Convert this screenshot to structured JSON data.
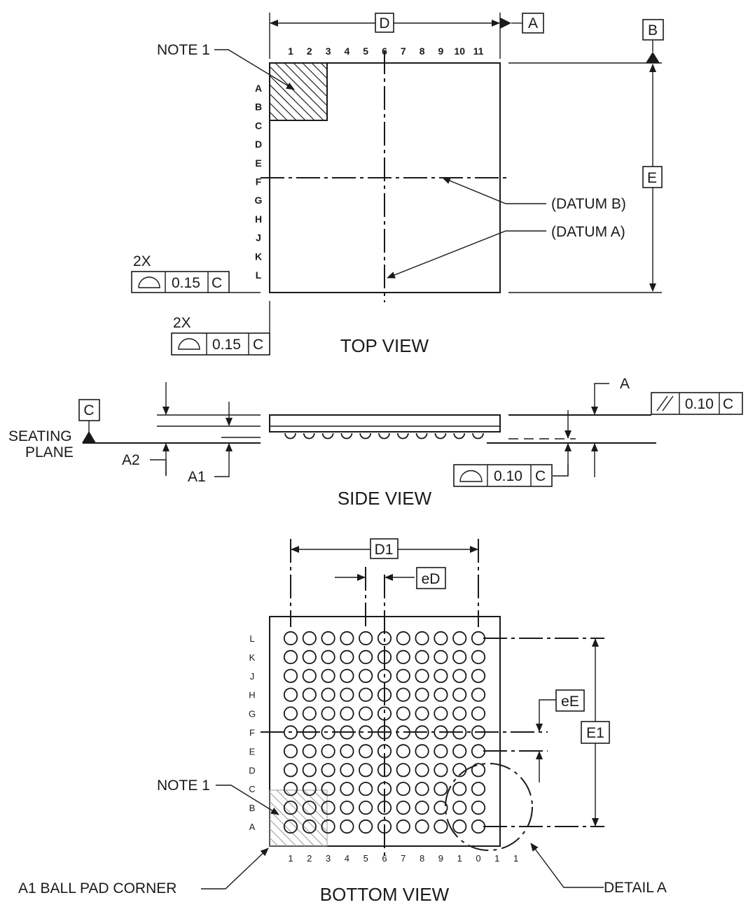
{
  "views": {
    "top": "TOP VIEW",
    "side": "SIDE VIEW",
    "bottom": "BOTTOM VIEW"
  },
  "dims": {
    "D": "D",
    "E": "E",
    "D1": "D1",
    "E1": "E1",
    "eD": "eD",
    "eE": "eE",
    "A": "A",
    "A1": "A1",
    "A2": "A2"
  },
  "datums": {
    "A": "A",
    "B": "B",
    "C": "C",
    "datum_a_label": "(DATUM A)",
    "datum_b_label": "(DATUM B)"
  },
  "notes": {
    "note1": "NOTE 1",
    "twox": "2X",
    "seating_1": "SEATING",
    "seating_2": "PLANE",
    "a1_corner": "A1 BALL PAD CORNER",
    "detail_a": "DETAIL A"
  },
  "tolerances": {
    "profile_015": {
      "value": "0.15",
      "datum": "C"
    },
    "parallel_010": {
      "value": "0.10",
      "datum": "C"
    },
    "profile_010": {
      "value": "0.10",
      "datum": "C"
    }
  },
  "top_columns": [
    "1",
    "2",
    "3",
    "4",
    "5",
    "6",
    "7",
    "8",
    "9",
    "10",
    "11"
  ],
  "rows_top_to_bottom": [
    "A",
    "B",
    "C",
    "D",
    "E",
    "F",
    "G",
    "H",
    "J",
    "K",
    "L"
  ],
  "rows_bottom_view": [
    "L",
    "K",
    "J",
    "H",
    "G",
    "F",
    "E",
    "D",
    "C",
    "B",
    "A"
  ],
  "bottom_columns": [
    "1",
    "2",
    "3",
    "4",
    "5",
    "6",
    "7",
    "8",
    "9",
    "1",
    "0",
    "1",
    "1"
  ],
  "colors": {
    "ink": "#1a1a1a",
    "paper": "#ffffff"
  }
}
